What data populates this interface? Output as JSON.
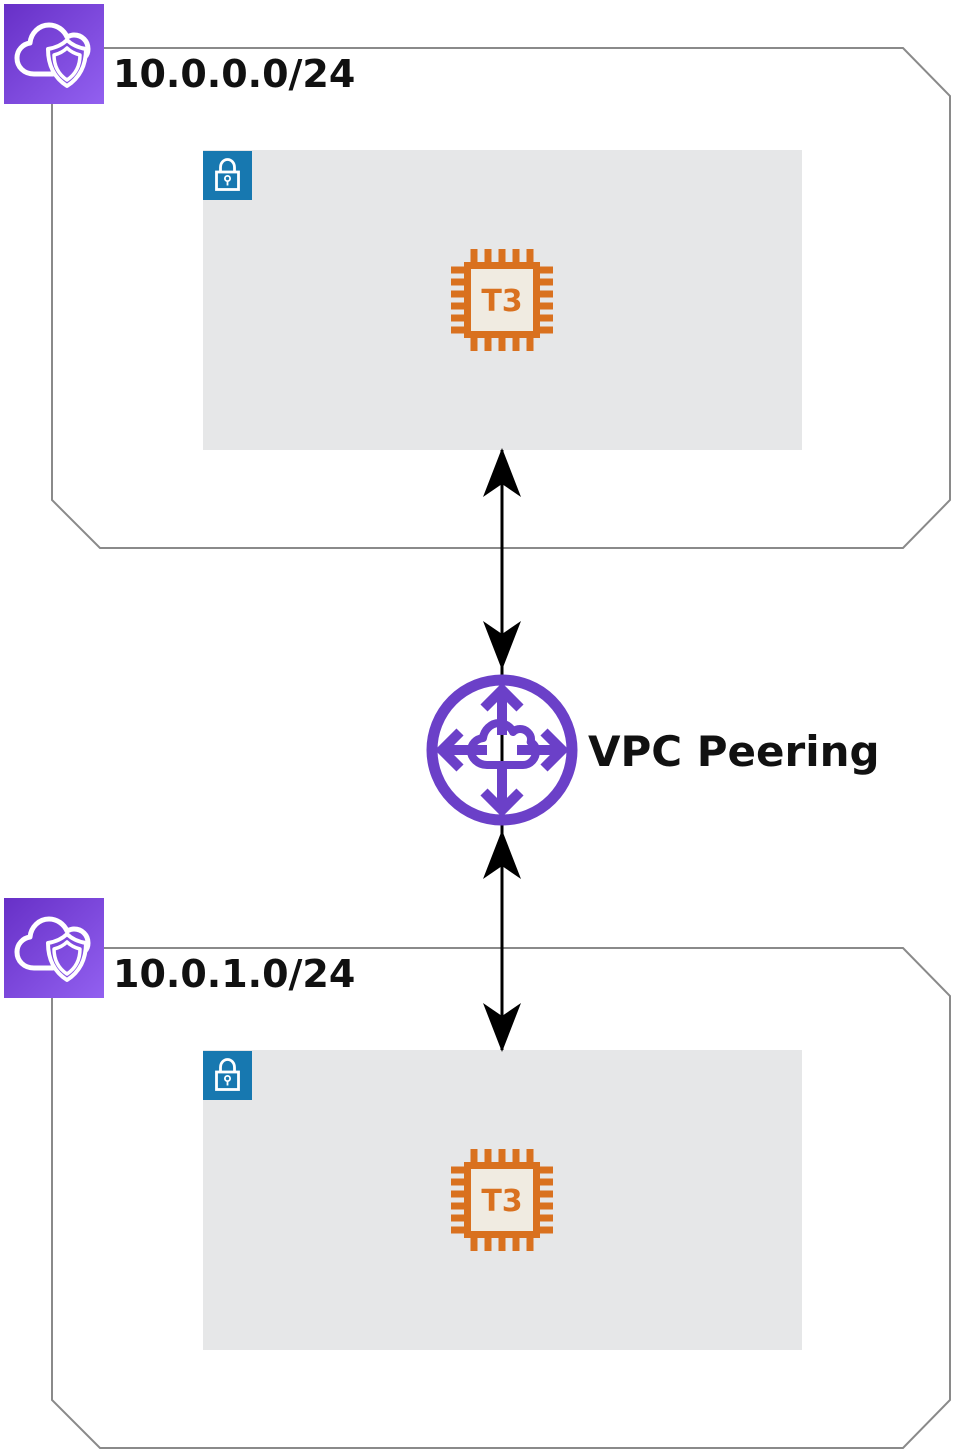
{
  "diagram": {
    "title_hint": "VPC peering architecture diagram",
    "vpcs": [
      {
        "cidr": "10.0.0.0/24",
        "subnet_type": "private",
        "instance_label": "T3"
      },
      {
        "cidr": "10.0.1.0/24",
        "subnet_type": "private",
        "instance_label": "T3"
      }
    ],
    "peering": {
      "label": "VPC Peering"
    },
    "connections": [
      {
        "from": "vpc-1-subnet",
        "to": "vpc-peering",
        "style": "double-headed-arrow"
      },
      {
        "from": "vpc-peering",
        "to": "vpc-2-subnet",
        "style": "double-headed-arrow"
      }
    ]
  },
  "icons": {
    "vpc": "vpc-cloud-shield-icon",
    "subnet": "private-subnet-lock-icon",
    "instance": "ec2-t3-chip-icon",
    "peering": "vpc-peering-arrows-cloud-icon"
  },
  "colors": {
    "vpc_border_gray": "#8A8A8A",
    "subnet_fill_gray": "#E6E7E8",
    "lock_blue": "#1778B0",
    "instance_orange": "#D9711F",
    "instance_fill": "#F0EBE1",
    "peering_purple": "#6B40C8",
    "vpc_icon_gradient_start": "#6730C7",
    "vpc_icon_gradient_end": "#9260F0",
    "connector_black": "#000000",
    "label_black": "#111111"
  }
}
